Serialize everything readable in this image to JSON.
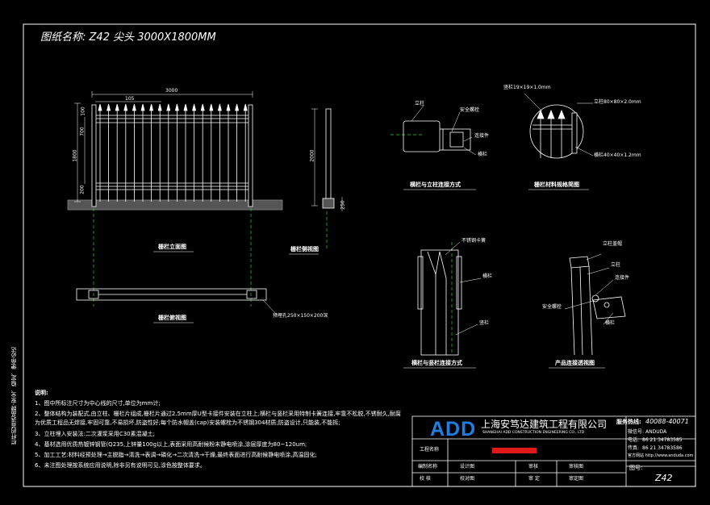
{
  "title": "图纸名称: Z42 尖头 3000X1800MM",
  "side_text": "栏杆的首选品牌-安全、稳定、使命必达",
  "views": {
    "front_caption": "栅栏立面图",
    "side_caption": "栅栏侧视图",
    "top_caption": "栅栏俯视图",
    "conn_caption": "横栏与立柱连接方式",
    "spec_caption": "栅栏材料规格简图",
    "rail_caption": "横栏与竖栏连接方式",
    "product_caption": "产品连接透视图"
  },
  "dims": {
    "width": "3000",
    "spacing": "105",
    "h1": "100",
    "h2": "700",
    "h3": "1800",
    "h4": "200",
    "side_h": "2000",
    "side_base": "250",
    "base_note": "预埋孔250×150×200深"
  },
  "labels": {
    "post": "立柱",
    "bolt": "安全螺栓",
    "connector": "连接件",
    "rail": "横栏",
    "picket_spec": "竖栏19×19×1.0mm",
    "post_spec": "立柱80×80×2.0mm",
    "rail_spec": "横栏40×40×1.2mm",
    "ss_clip": "不锈钢卡簧",
    "rail2": "横栏",
    "picket": "竖栏",
    "post_cap": "立柱盖帽",
    "post2": "立柱",
    "connector2": "连接件",
    "bolt2": "安全螺栓",
    "rail3": "横栏"
  },
  "notes": {
    "heading": "说明:",
    "items": [
      "1、图中所标注尺寸为中心线的尺寸,单位为mm计;",
      "2、整体结构为装配式,由立柱、栅栏片组成,栅栏片通过2.5mm厚U型卡接件安装在立柱上;横栏与竖栏采用特制卡簧连接,牢靠不松脱,不锈耐久,耐腐为优质工程品无焊接,牢固可靠,不易损坏,防盗性好;每个防水帽盖(cap)安装螺栓为不锈钢304材质;防盗设计,只能装,不能拆;",
      "3、立柱埋入安装法:二次灌浆采用C30素混凝土;",
      "4、基材选用优质热镀锌钢管(Q235,上锌量100g以上,表面采用高耐候粉末静电喷涂,涂层厚度为80~120um;",
      "5、加工工艺:材料经预处理→主脱脂→清洗→表调→磷化→二次清洗→干燥,最终表面进行高耐候静电喷涂,高温固化;",
      "6、未注图处理按系统应用说明,除非另有说明可见,涂色按整体要求。"
    ]
  },
  "title_block": {
    "logo": "ADD",
    "company_cn": "上海安笃达建筑工程有限公司",
    "company_en": "SHANGHAI ADD CONSTRUCTION ENGINEERING CO., LTD",
    "hotline_label": "服务热线:",
    "hotline": "40088-40071",
    "weibo_label": "微信号:",
    "weibo": "ANDUDA",
    "phone_label": "电话:",
    "phone": "86 21 34783585",
    "fax_label": "传真:",
    "fax": "86 21 34783586",
    "web": "官方网站 http://www.anduda.com",
    "project_label": "工程名称",
    "row1_label": "编制名称",
    "row1_value": "设计图",
    "row1_label2": "审核",
    "row1_value2": "审核图",
    "row2_label": "校 核",
    "row2_value": "校对图",
    "row2_label2": "审 定",
    "row2_value2": "审定图",
    "drawing_no_label": "图号:",
    "drawing_no": "Z42"
  }
}
